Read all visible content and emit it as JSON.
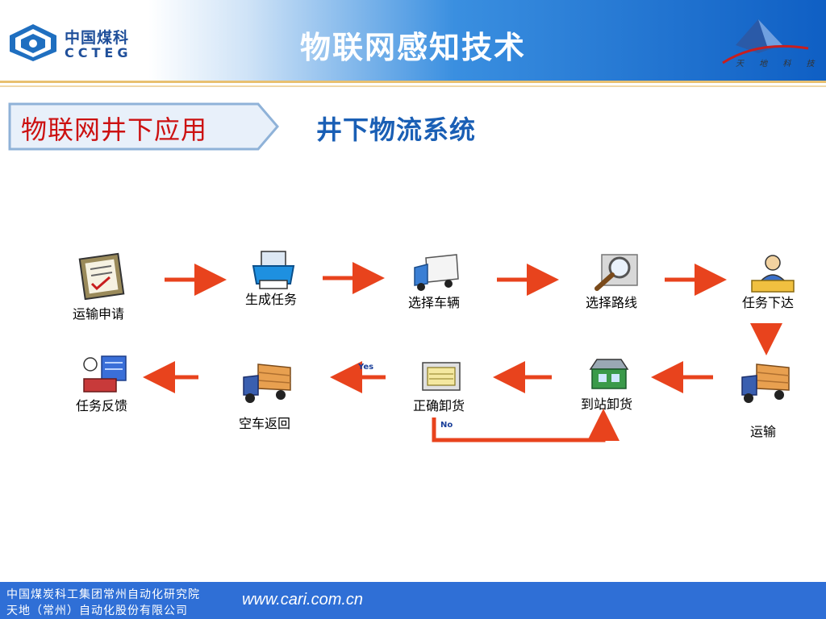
{
  "header": {
    "title": "物联网感知技术",
    "logo_cn": "中国煤科",
    "logo_en": "CCTEG",
    "right_logo_text": "天 地 科 技"
  },
  "section": {
    "tag": "物联网井下应用",
    "title": "井下物流系统"
  },
  "flow": {
    "nodes": [
      {
        "label": "运输申请",
        "icon": "clipboard-icon"
      },
      {
        "label": "生成任务",
        "icon": "printer-icon"
      },
      {
        "label": "选择车辆",
        "icon": "van-icon"
      },
      {
        "label": "选择路线",
        "icon": "magnifier-icon"
      },
      {
        "label": "任务下达",
        "icon": "operator-icon"
      },
      {
        "label": "运输",
        "icon": "truck-icon"
      },
      {
        "label": "到站卸货",
        "icon": "station-icon"
      },
      {
        "label": "正确卸货",
        "icon": "cargo-box-icon"
      },
      {
        "label": "空车返回",
        "icon": "truck-icon"
      },
      {
        "label": "任务反馈",
        "icon": "report-icon"
      }
    ],
    "yes_label": "Yes",
    "no_label": "No"
  },
  "footer": {
    "line1": "中国煤炭科工集团常州自动化研究院",
    "line2": "天地（常州）自动化股份有限公司",
    "url": "www.cari.com.cn"
  },
  "colors": {
    "header_blue": "#0f5fc4",
    "arrow_red": "#e8431d",
    "tag_red": "#cc1111",
    "subtitle_blue": "#1a5fb5",
    "footer_blue": "#2f6fd6"
  }
}
